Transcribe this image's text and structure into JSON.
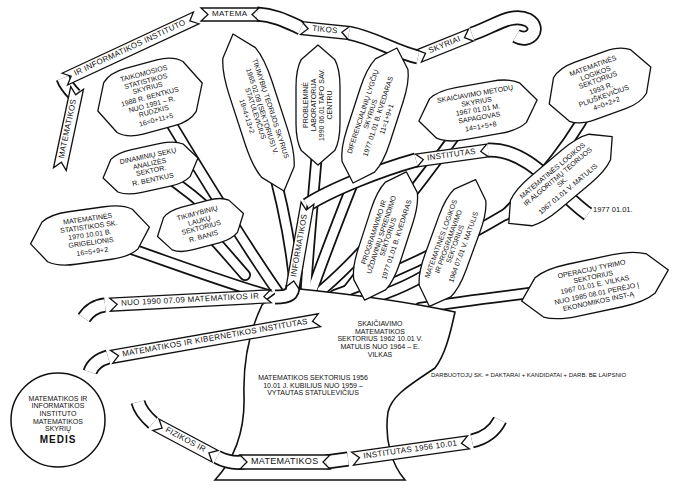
{
  "diagram": {
    "nodes": [
      {
        "text": [
          "MATEMATIKOS"
        ]
      },
      {
        "text": [
          "IR INFORMATIKOS INSTITUTO"
        ]
      },
      {
        "text": [
          "MATEMA"
        ]
      },
      {
        "text": [
          "TIKOS"
        ]
      },
      {
        "text": [
          "SKYRIAI"
        ]
      },
      {
        "text": [
          "TAIKOMOSIOS STATISTIKOS SKYRIUS",
          "1988 R. BENTKUS NUO 1991 – R. RUDZKIS",
          "16=0+11+5"
        ]
      },
      {
        "text": [
          "TIKIMYBIŲ TEORIJOS SKYRIUS",
          "1965 02.09 (SEKTORIUS) V. STATULEVIČIUS",
          "19=4+13+2"
        ]
      },
      {
        "text": [
          "PROBLEMINĖ LABORATORIJA",
          "1990 06.01 TAPO SAV. CENTRU"
        ]
      },
      {
        "text": [
          "DIFERENCIALINIŲ LYGČIŲ SKYRIUS",
          "1977 01.01 B. KVEDARAS",
          "11=1+9+1"
        ]
      },
      {
        "text": [
          "SKAIČIAVIMO METODŲ SKYRIUS",
          "1967 01.01 M. SAPAGOVAS",
          "14=1+5+8"
        ]
      },
      {
        "text": [
          "MATEMATINĖS LOGIKOS SEKTORIUS",
          "1993 R. PLIUŠKEVIČIUS",
          "4=0+2+2"
        ]
      },
      {
        "text": [
          "DINAMINIŲ SEKŲ ANALIZĖS SEKTOR.",
          "R. BENTKUS"
        ]
      },
      {
        "text": [
          "MATEMATINĖS LOGIKOS IR ALGORITMŲ TEORIJOS SK.",
          "1967 01.01 V. MATULIS"
        ]
      },
      {
        "text": [
          "INSTITUTAS"
        ]
      },
      {
        "text": [
          "MATEMATINĖS STATISTIKOS SK.",
          "1970 10.01 B. GRIGELIONIS",
          "16=5+9+2"
        ]
      },
      {
        "text": [
          "TIKIMYBINIŲ LAUKŲ SEKTORIUS",
          "R. BANIS"
        ]
      },
      {
        "text": [
          "INFORMATIKOS"
        ]
      },
      {
        "text": [
          "PROGRAMAVIMO IR UŽDAVINIŲ SPRENDIMO SEKTORIUS",
          "1977 01.01 B. KVEDARAS"
        ]
      },
      {
        "text": [
          "MATEMATINĖS LOGIKOS IR PROGRAMAVIMO SEKTORIUS",
          "1964 07.01 V. MATULIS"
        ]
      },
      {
        "text": [
          "OPERACIJŲ TYRIMO SEKTORIUS",
          "1967 01.01 E. VILKAS",
          "NUO 1985 08.01 PERĖJO Į EKONOMIKOS INST-Ą"
        ]
      },
      {
        "text": [
          "NUO 1990 07.09 MATEMATIKOS IR"
        ]
      },
      {
        "text": [
          "MATEMATIKOS IR KIBERNETIKOS INSTITUTAS"
        ]
      },
      {
        "text": [
          "FIZIKOS IR"
        ]
      },
      {
        "text": [
          "MATEMATIKOS"
        ]
      },
      {
        "text": [
          "INSTITUTAS 1956 10.01"
        ]
      },
      {
        "text": [
          "MATEMATIKOS IR INFORMATIKOS INSTITUTO MATEMATIKOS SKYRIŲ",
          "MEDIS"
        ]
      }
    ],
    "labels": [
      "1977 01.01.",
      "SKAIČIAVIMO MATEMATIKOS SEKTORIUS 1962 10.01 V. MATULIS NUO 1964 – E. VILKAS",
      "MATEMATIKOS SEKTORIUS 1956 10.01 J. KUBILIUS NUO 1959 – VYTAUTAS STATULEVIČIUS",
      "DARBUOTOJŲ SK. = DAKTARAI + KANDIDATAI + DARB. BE LAIPSNIO"
    ]
  }
}
